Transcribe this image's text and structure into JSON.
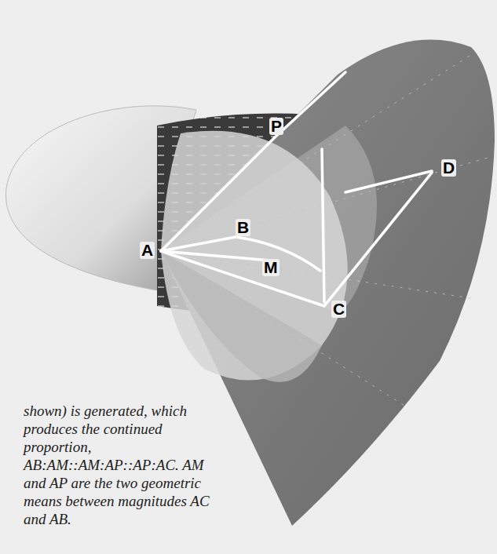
{
  "diagram": {
    "caption": "shown) is generated, which produces the continued proportion, AB:AM::AM:AP::AP:AC. AM and AP are the two geometric means between magnitudes AC and AB.",
    "labels": [
      "P",
      "B",
      "A",
      "M",
      "C",
      "D"
    ]
  }
}
